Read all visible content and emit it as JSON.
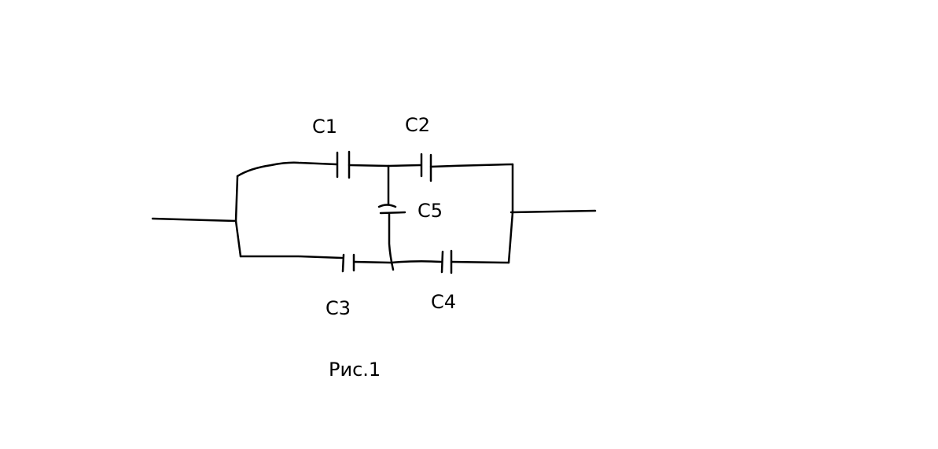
{
  "capacitors": {
    "c1": "C1",
    "c2": "C2",
    "c3": "C3",
    "c4": "C4",
    "c5": "C5"
  },
  "caption": "Рис.1",
  "colors": {
    "background": "#ffffff",
    "ink": "#000000"
  }
}
